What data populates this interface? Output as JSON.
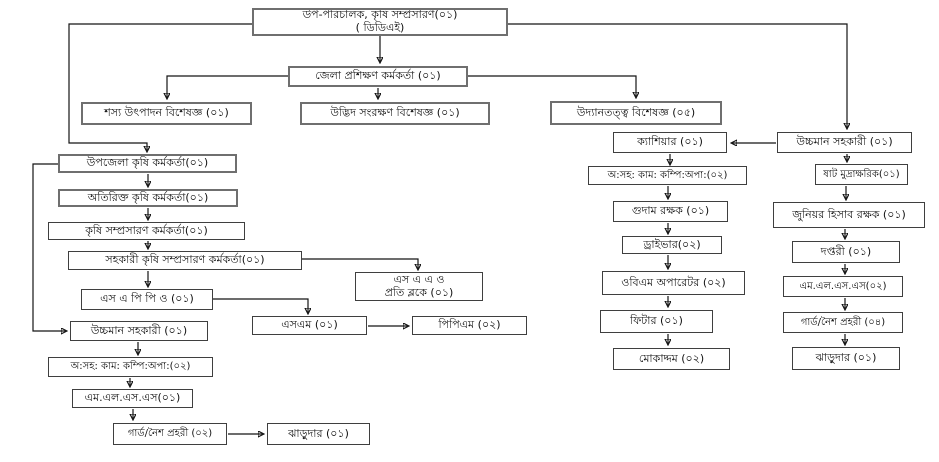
{
  "diagram": {
    "description": "Organogram of District Agricultural Extension Office (DAE)",
    "line_color": "#141414",
    "box_border_color": "#3f3f3f",
    "box_background": "#ffffff"
  },
  "nodes": {
    "dd_ae": {
      "label": "উপ-পরিচালক, কৃষি সম্প্রসারণ(০১)",
      "label2": "( ডিডিএই)"
    },
    "dto": {
      "label": "জেলা প্রশিক্ষণ কর্মকর্তা (০১)"
    },
    "crop_spec": {
      "label": "শস্য উৎপাদন বিশেষজ্ঞ (০১)"
    },
    "plant_spec": {
      "label": "উদ্ভিদ সংরক্ষণ বিশেষজ্ঞ  (০১)"
    },
    "horti_spec": {
      "label": "উদ্যানতত্ত্ব বিশেষজ্ঞ (০৫)"
    },
    "cashier": {
      "label": "ক্যাশিয়ার (০১)"
    },
    "um_right": {
      "label": "উচ্চমান সহকারী  (০১)"
    },
    "comp_right": {
      "label": "অ:সহ: কাম: কম্পি:অপা:(০২)"
    },
    "gudam": {
      "label": "গুদাম রক্ষক (০১)"
    },
    "driver": {
      "label": "ড্রাইভার(০২)"
    },
    "obm": {
      "label": "ওবিএম অপারেটর (০২)"
    },
    "fitter": {
      "label": "ফিটার (০১)"
    },
    "mokaddom": {
      "label": "মোকাদ্দম (০২)"
    },
    "typist": {
      "label": "ষাট মুদ্রাক্ষরিক(০১)"
    },
    "jr_acct": {
      "label": "জুনিয়র হিসাব রক্ষক (০১)"
    },
    "daftari": {
      "label": "দপ্তরী (০১)"
    },
    "mlss_right": {
      "label": "এম.এল.এস.এস(০২)"
    },
    "guard_right": {
      "label": "গার্ড/নৈশ প্রহরী (০৪)"
    },
    "sweeper_right": {
      "label": "ঝাড়ুদার (০১)"
    },
    "uao": {
      "label": "উপজেলা কৃষি কর্মকর্তা(০১)"
    },
    "addl_ao": {
      "label": "অতিরিক্ত কৃষি কর্মকর্তা(০১)"
    },
    "aeo": {
      "label": "কৃষি সম্প্রসারণ কর্মকর্তা(০১)"
    },
    "asst_aeo": {
      "label": "সহকারী কৃষি সম্প্রসারণ কর্মকর্তা(০১)"
    },
    "sappo": {
      "label": "এস এ পি পি ও (০১)"
    },
    "saao": {
      "label": "এস এ এ ও",
      "label2": "প্রতি ব্লকে (০১)"
    },
    "um_left": {
      "label": "উচ্চমান সহকারী  (০১)"
    },
    "comp_left": {
      "label": "অ:সহ: কাম: কম্পি:অপা:(০২)"
    },
    "mlss_left": {
      "label": "এম.এল.এস.এস(০১)"
    },
    "guard_left": {
      "label": "গার্ড/নৈশ প্রহরী (০২)"
    },
    "sweeper_left": {
      "label": "ঝাড়ুদার (০১)"
    },
    "sm": {
      "label": "এসএম (০১)"
    },
    "ppm": {
      "label": "পিপিএম (০২)"
    }
  }
}
